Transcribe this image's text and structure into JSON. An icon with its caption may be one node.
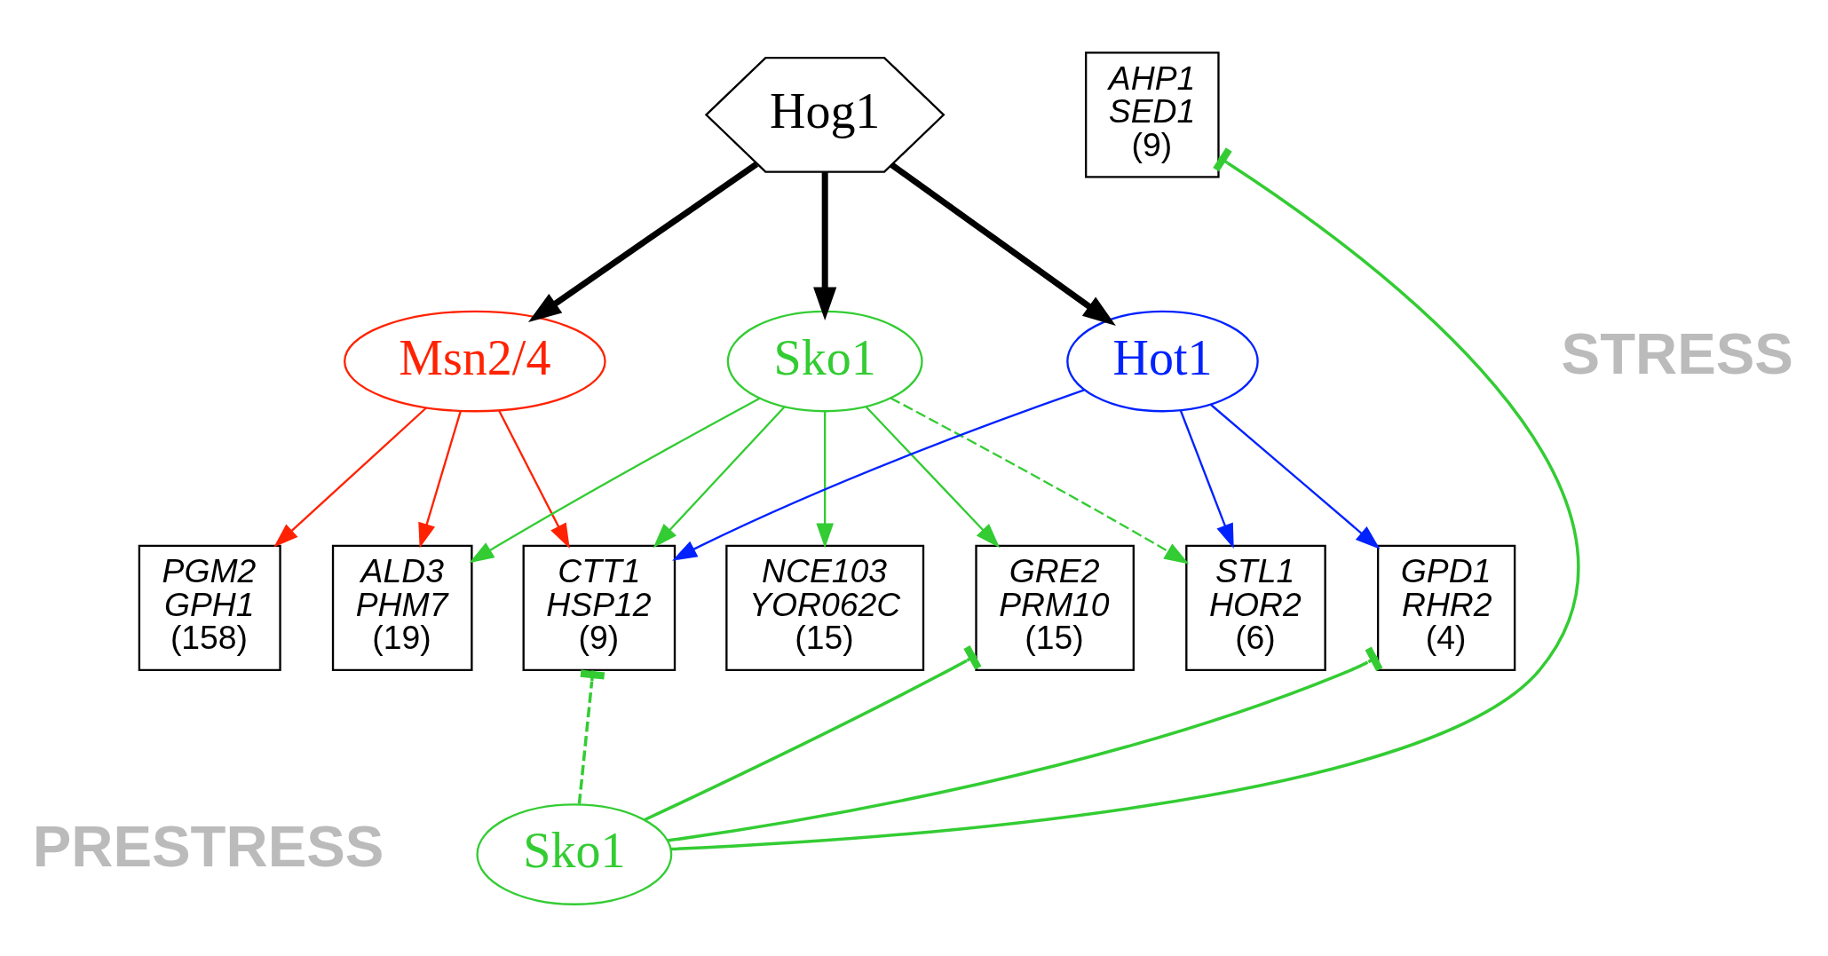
{
  "diagram": {
    "nodes": [
      {
        "text": [
          "Hog1"
        ]
      },
      {
        "text": [
          "Msn2/4"
        ]
      },
      {
        "text": [
          "Sko1"
        ]
      },
      {
        "text": [
          "Hot1"
        ]
      },
      {
        "text": [
          "PGM2",
          "GPH1",
          "(158)"
        ]
      },
      {
        "text": [
          "ALD3",
          "PHM7",
          "(19)"
        ]
      },
      {
        "text": [
          "CTT1",
          "HSP12",
          "(9)"
        ]
      },
      {
        "text": [
          "NCE103",
          "YOR062C",
          "(15)"
        ]
      },
      {
        "text": [
          "GRE2",
          "PRM10",
          "(15)"
        ]
      },
      {
        "text": [
          "STL1",
          "HOR2",
          "(6)"
        ]
      },
      {
        "text": [
          "GPD1",
          "RHR2",
          "(4)"
        ]
      },
      {
        "text": [
          "AHP1",
          "SED1",
          "(9)"
        ]
      },
      {
        "text": [
          "Sko1"
        ]
      }
    ],
    "edges": [
      {
        "from": 0,
        "to": 1,
        "arrow": "to",
        "style": "thick",
        "color": "#000000"
      },
      {
        "from": 0,
        "to": 2,
        "arrow": "to",
        "style": "thick",
        "color": "#000000"
      },
      {
        "from": 0,
        "to": 3,
        "arrow": "to",
        "style": "thick",
        "color": "#000000"
      },
      {
        "from": 1,
        "to": 4,
        "arrow": "to",
        "color": "#ff2200"
      },
      {
        "from": 1,
        "to": 5,
        "arrow": "to",
        "color": "#ff2200"
      },
      {
        "from": 1,
        "to": 6,
        "arrow": "to",
        "color": "#ff2200"
      },
      {
        "from": 2,
        "to": 5,
        "arrow": "to"
      },
      {
        "from": 2,
        "to": 6,
        "arrow": "to"
      },
      {
        "from": 2,
        "to": 7,
        "arrow": "to"
      },
      {
        "from": 2,
        "to": 8,
        "arrow": "to"
      },
      {
        "from": 2,
        "to": 9,
        "arrow": "to",
        "style": "dashed"
      },
      {
        "from": 3,
        "to": 6,
        "arrow": "to",
        "color": "#0022ff"
      },
      {
        "from": 3,
        "to": 9,
        "arrow": "to",
        "color": "#0022ff"
      },
      {
        "from": 3,
        "to": 10,
        "arrow": "to",
        "color": "#0022ff"
      },
      {
        "from": 12,
        "to": 6,
        "arrow": "other",
        "style": "dashed"
      },
      {
        "from": 12,
        "to": 8,
        "arrow": "other"
      },
      {
        "from": 12,
        "to": 10,
        "arrow": "other"
      },
      {
        "from": 12,
        "to": 11,
        "arrow": "other"
      }
    ],
    "labels": [
      "STRESS",
      "PRESTRESS"
    ]
  }
}
